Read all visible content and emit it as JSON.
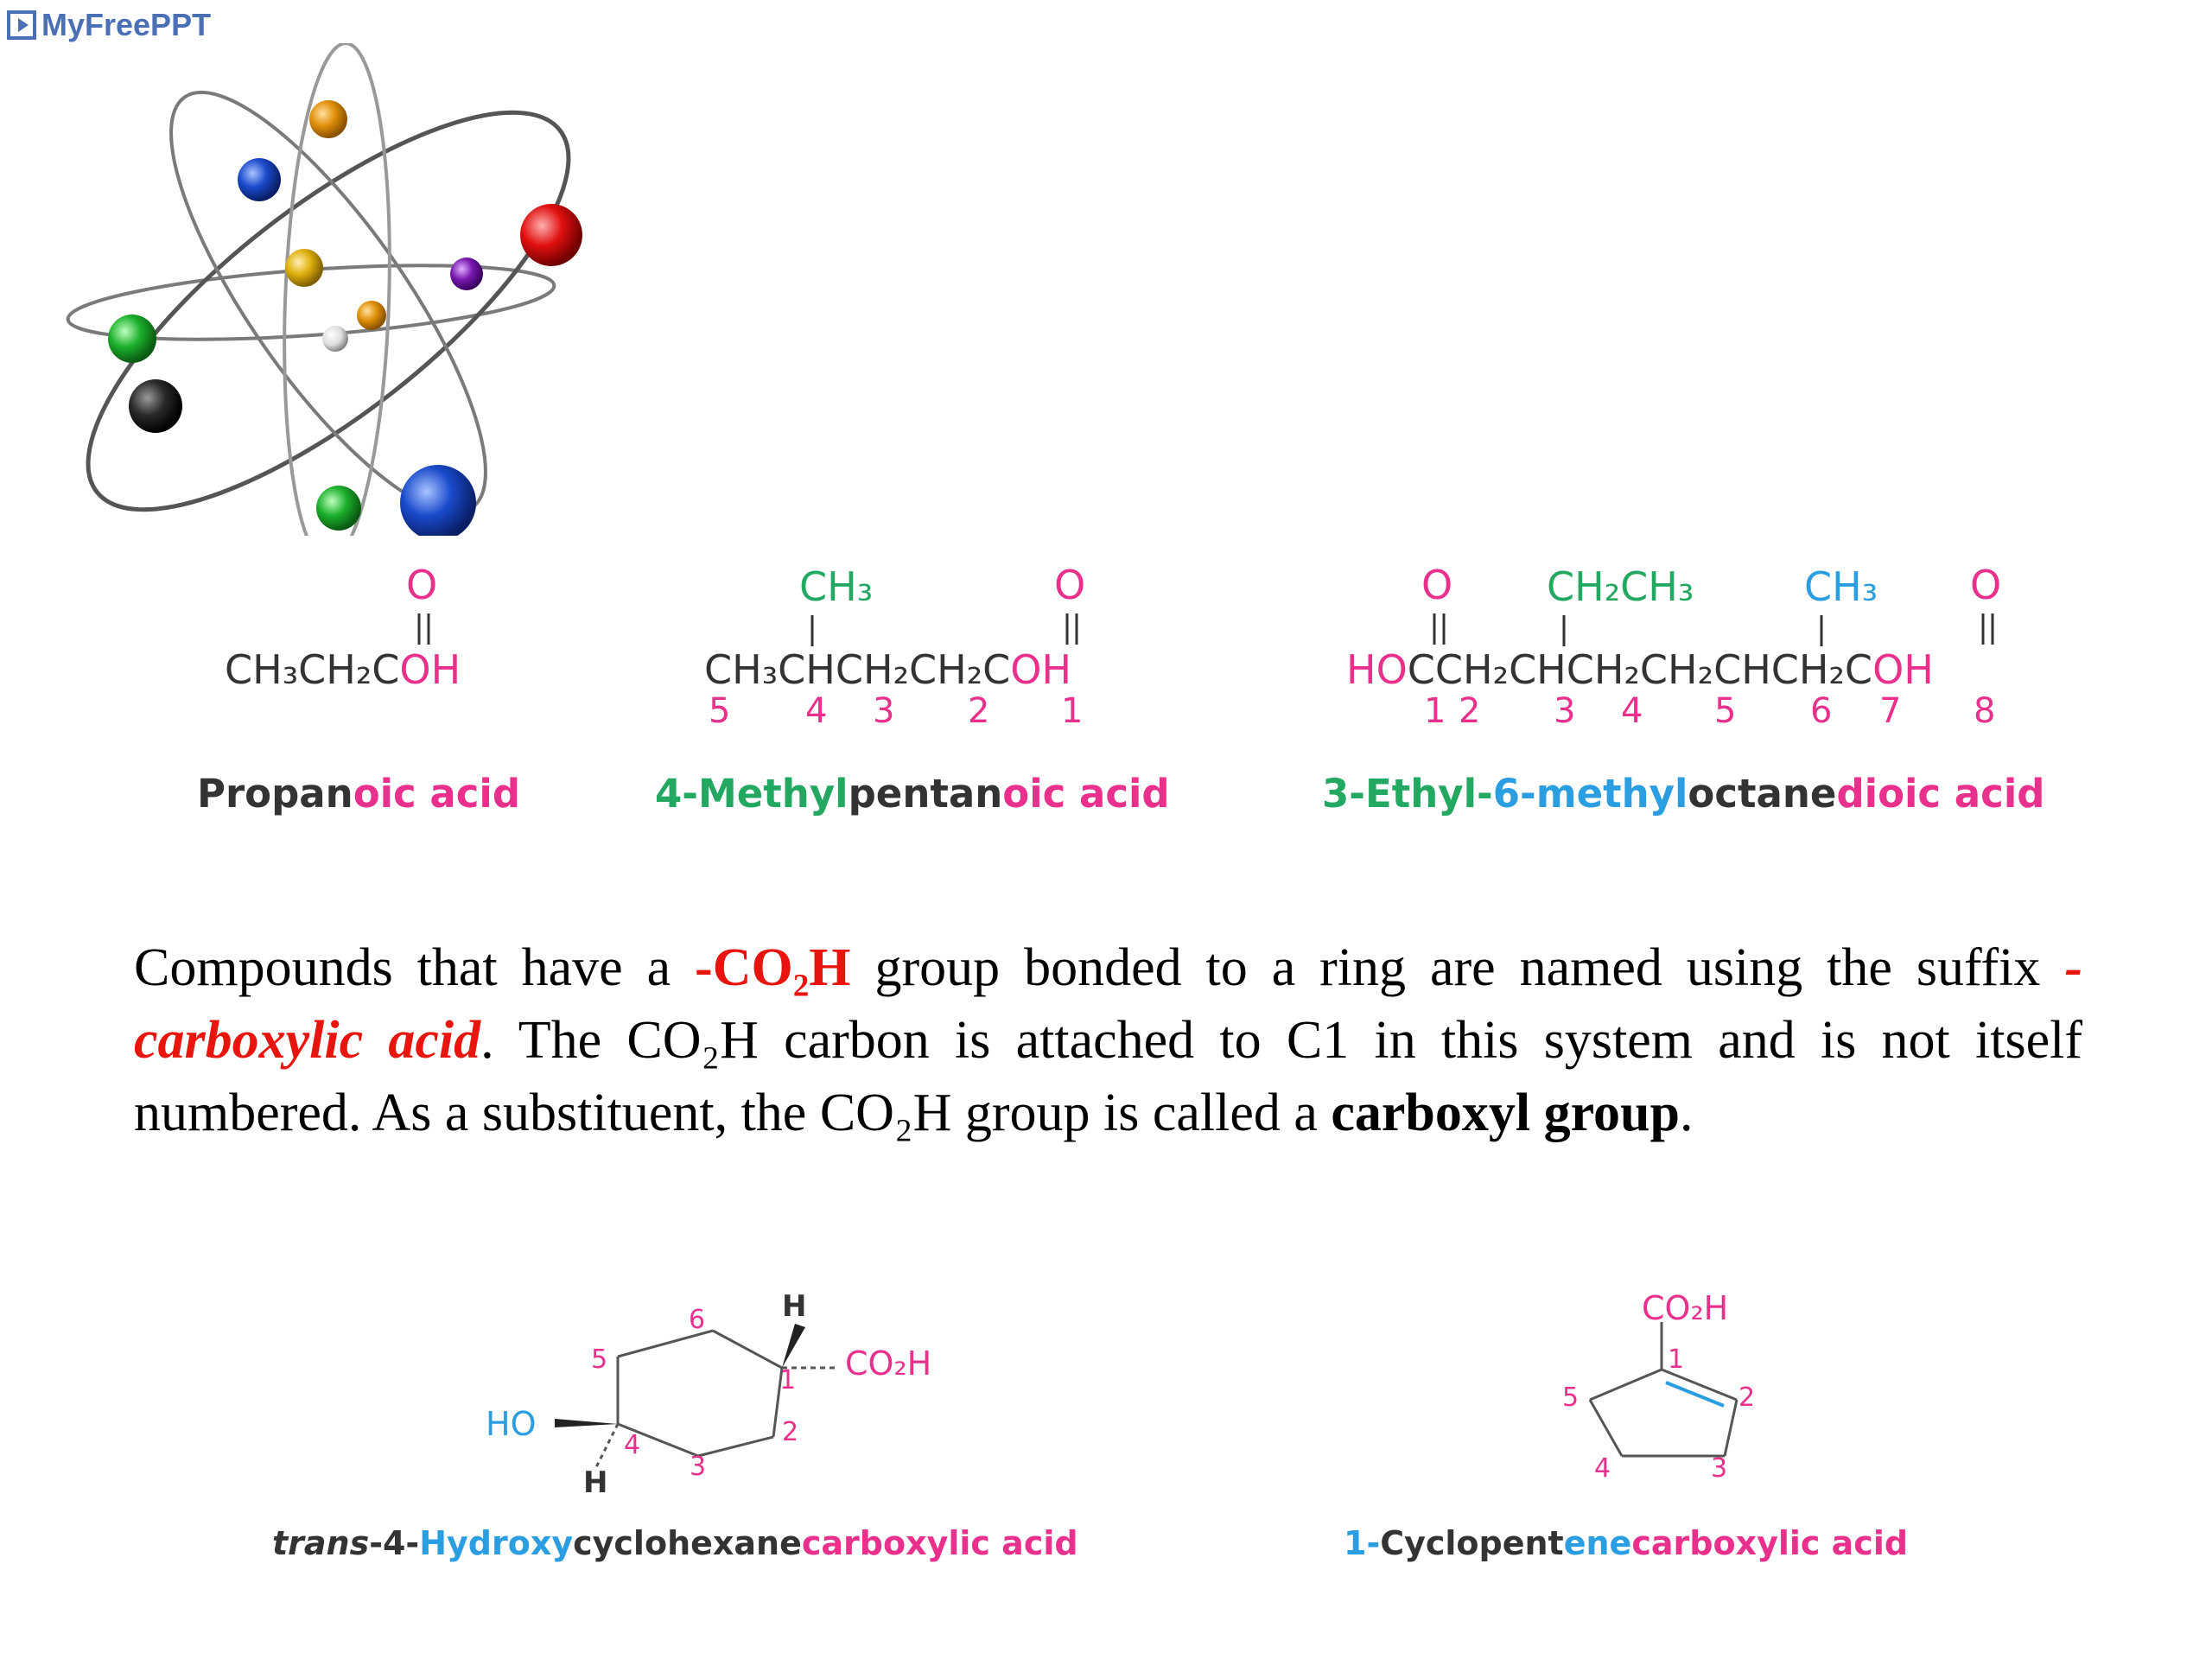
{
  "logo": {
    "text": "MyFreePPT"
  },
  "row1": {
    "propanoic": {
      "o": "O",
      "formula_main": "CH₃CH₂C",
      "formula_oh": "OH",
      "name_a": "Propan",
      "name_b": "oic acid"
    },
    "methylpentanoic": {
      "ch3": "CH₃",
      "o": "O",
      "formula_main": "CH₃CHCH₂CH₂C",
      "formula_oh": "OH",
      "numbers": [
        "5",
        "4",
        "3",
        "2",
        "1"
      ],
      "name_a": "4-Methyl",
      "name_b": "pentan",
      "name_c": "oic acid"
    },
    "octanedioic": {
      "o_left": "O",
      "ch2ch3": "CH₂CH₃",
      "ch3": "CH₃",
      "o_right": "O",
      "ho": "HO",
      "formula_mid": "CCH₂CHCH₂CH₂CHCH₂C",
      "formula_oh": "OH",
      "numbers": [
        "1",
        "2",
        "3",
        "4",
        "5",
        "6",
        "7",
        "8"
      ],
      "name_a": "3-Ethyl-",
      "name_b": "6-methyl",
      "name_c": "octane",
      "name_d": "dioic acid"
    }
  },
  "paragraph": {
    "p1": "Compounds that have a ",
    "p2": "-CO₂H",
    "p3": " group bonded to a ring are named using the suffix ",
    "p4": "-carboxylic acid",
    "p5": ". The CO₂H carbon is attached to C1 in this system and is not itself numbered. As a substituent, the CO₂H group is called a ",
    "p6": "carboxyl group",
    "p7": "."
  },
  "cyclohexane": {
    "h_top": "H",
    "co2h": "CO₂H",
    "ho": "HO",
    "h_bottom": "H",
    "ring_numbers": [
      "1",
      "2",
      "3",
      "4",
      "5",
      "6"
    ],
    "name_a": "trans",
    "name_b": "-4-",
    "name_c": "Hydroxy",
    "name_d": "cyclohexane",
    "name_e": "carboxylic acid"
  },
  "cyclopentene": {
    "co2h": "CO₂H",
    "ring_numbers": [
      "1",
      "2",
      "3",
      "4",
      "5"
    ],
    "name_a": "1-",
    "name_b": "Cyclopent",
    "name_c": "ene",
    "name_d": "carboxylic acid"
  },
  "colors": {
    "pink": "#e8308c",
    "green": "#22a860",
    "blue": "#2a9ee0",
    "red": "#e8150f",
    "logo": "#4a6fb5"
  },
  "icons": [
    "logo-play-icon",
    "atom-model-icon"
  ]
}
